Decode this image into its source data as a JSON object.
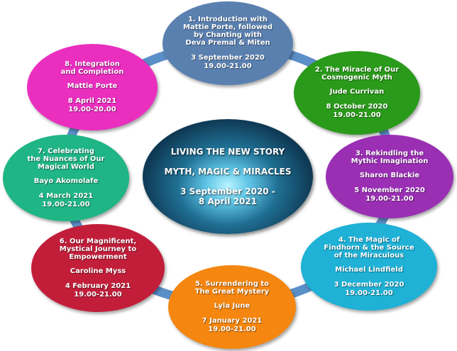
{
  "centre": {
    "title": "LIVING THE NEW STORY",
    "subtitle": "MYTH, MAGIC & MIRACLES",
    "dates": "3 September 2020 -\n8 April 2021"
  },
  "colors": {
    "ring": "#5b8fc7",
    "node1": "#5a80b0",
    "node2": "#2a9a1a",
    "node3": "#9a2fb4",
    "node4": "#1fb1d6",
    "node5": "#f5860f",
    "node6": "#c21e3a",
    "node7": "#1fb585",
    "node8": "#ea2fbf"
  },
  "sessions": [
    {
      "title": "1. Introduction with\nMattie Porte, followed\nby Chanting with\nDeva Premal & Miten",
      "speaker": "",
      "date": "3 September 2020",
      "time": "19.00-21.00"
    },
    {
      "title": "2. The Miracle of Our\nCosmogenic Myth",
      "speaker": "Jude Currivan",
      "date": "8 October 2020",
      "time": "19.00-21.00"
    },
    {
      "title": "3. Rekindling the\nMythic Imagination",
      "speaker": "Sharon Blackie",
      "date": "5 November 2020",
      "time": "19.00-21.00"
    },
    {
      "title": "4. The Magic of\nFindhorn & the Source\nof the Miraculous",
      "speaker": "Michael Lindfield",
      "date": "3 December 2020",
      "time": "19.00-21.00"
    },
    {
      "title": "5. Surrendering to\nThe Great Mystery",
      "speaker": "Lyla June",
      "date": "7 January 2021",
      "time": "19.00-21.00"
    },
    {
      "title": "6. Our Magnificent,\nMystical Journey to\nEmpowerment",
      "speaker": "Caroline Myss",
      "date": "4 February 2021",
      "time": "19.00-21.00"
    },
    {
      "title": "7. Celebrating\nthe Nuances of Our\nMagical World",
      "speaker": "Bayo Akomolafe",
      "date": "4 March 2021",
      "time": "19.00-21.00"
    },
    {
      "title": "8. Integration\nand Completion",
      "speaker": "Mattie Porte",
      "date": "8 April 2021",
      "time": "19.00-20.00"
    }
  ]
}
